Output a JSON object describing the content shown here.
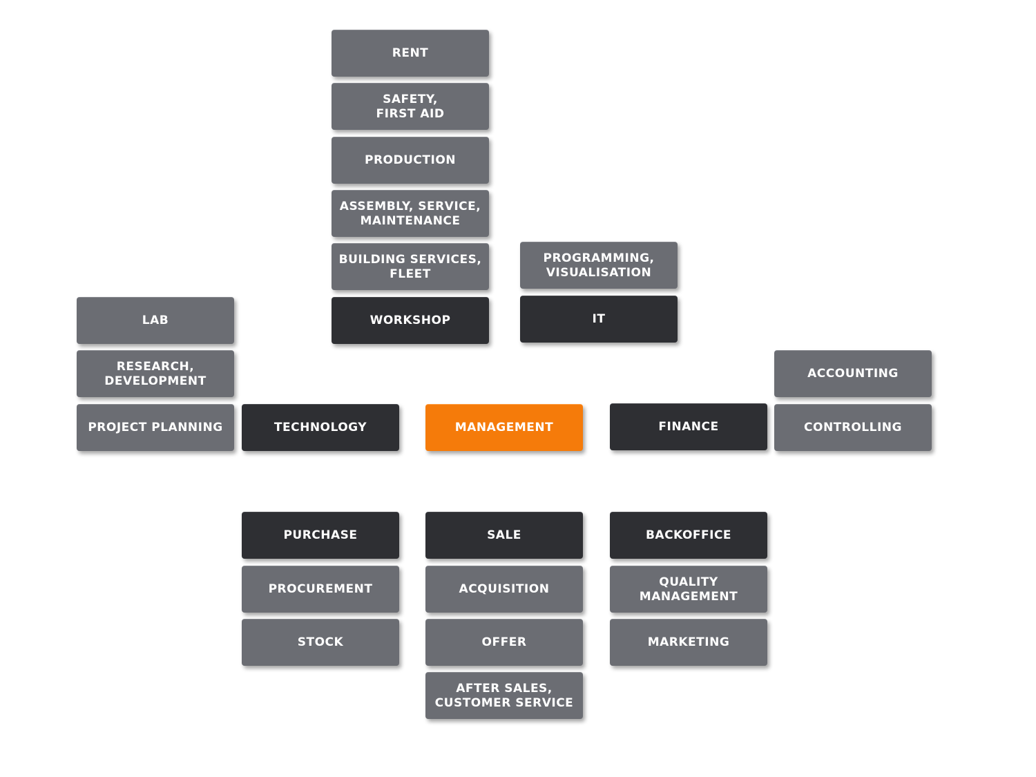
{
  "nodes": {
    "rent": "RENT",
    "safety": "SAFETY,\nFIRST AID",
    "production": "PRODUCTION",
    "assembly": "ASSEMBLY, SERVICE,\nMAINTENANCE",
    "building": "BUILDING SERVICES,\nFLEET",
    "workshop": "WORKSHOP",
    "programming": "PROGRAMMING,\nVISUALISATION",
    "it": "IT",
    "lab": "LAB",
    "research": "RESEARCH,\nDEVELOPMENT",
    "project_planning": "PROJECT PLANNING",
    "technology": "TECHNOLOGY",
    "management": "MANAGEMENT",
    "finance": "FINANCE",
    "accounting": "ACCOUNTING",
    "controlling": "CONTROLLING",
    "purchase": "PURCHASE",
    "procurement": "PROCUREMENT",
    "stock": "STOCK",
    "sale": "SALE",
    "acquisition": "ACQUISITION",
    "offer": "OFFER",
    "after_sales": "AFTER SALES,\nCUSTOMER SERVICE",
    "backoffice": "BACKOFFICE",
    "quality": "QUALITY\nMANAGEMENT",
    "marketing": "MARKETING"
  },
  "colors": {
    "department": "#2e2f33",
    "subunit": "#6b6d73",
    "management": "#f57b0a",
    "text": "#ffffff"
  }
}
